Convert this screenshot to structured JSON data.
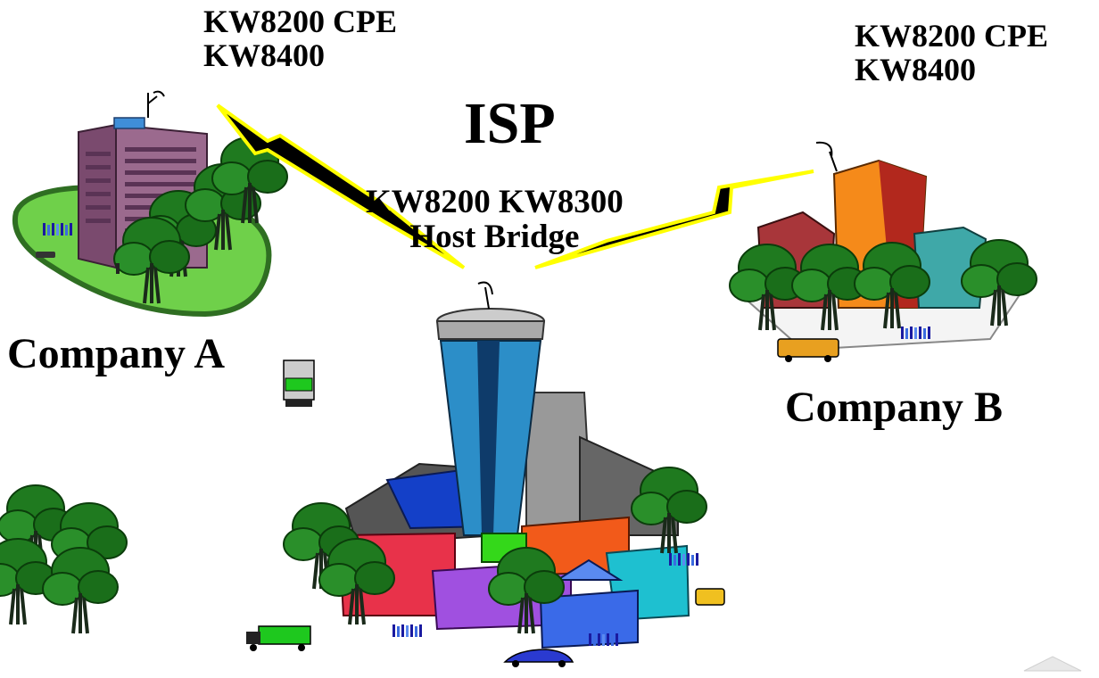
{
  "site_a": {
    "line1": "KW8200 CPE",
    "line2": "KW8400",
    "name": "Company A"
  },
  "site_b": {
    "line1": "KW8200 CPE",
    "line2": "KW8400",
    "name": "Company B"
  },
  "isp": {
    "title": "ISP",
    "line1": "KW8200 KW8300",
    "line2": "Host Bridge"
  },
  "icons": [
    "antenna-icon",
    "office-tower-icon",
    "city-cluster-icon",
    "tree-icon",
    "truck-icon",
    "bus-icon",
    "car-icon",
    "taxi-icon"
  ],
  "colors": {
    "link_yellow": "#ffff00",
    "link_black": "#000000",
    "grass": "#66cc44",
    "tree": "#1f7a1f"
  }
}
